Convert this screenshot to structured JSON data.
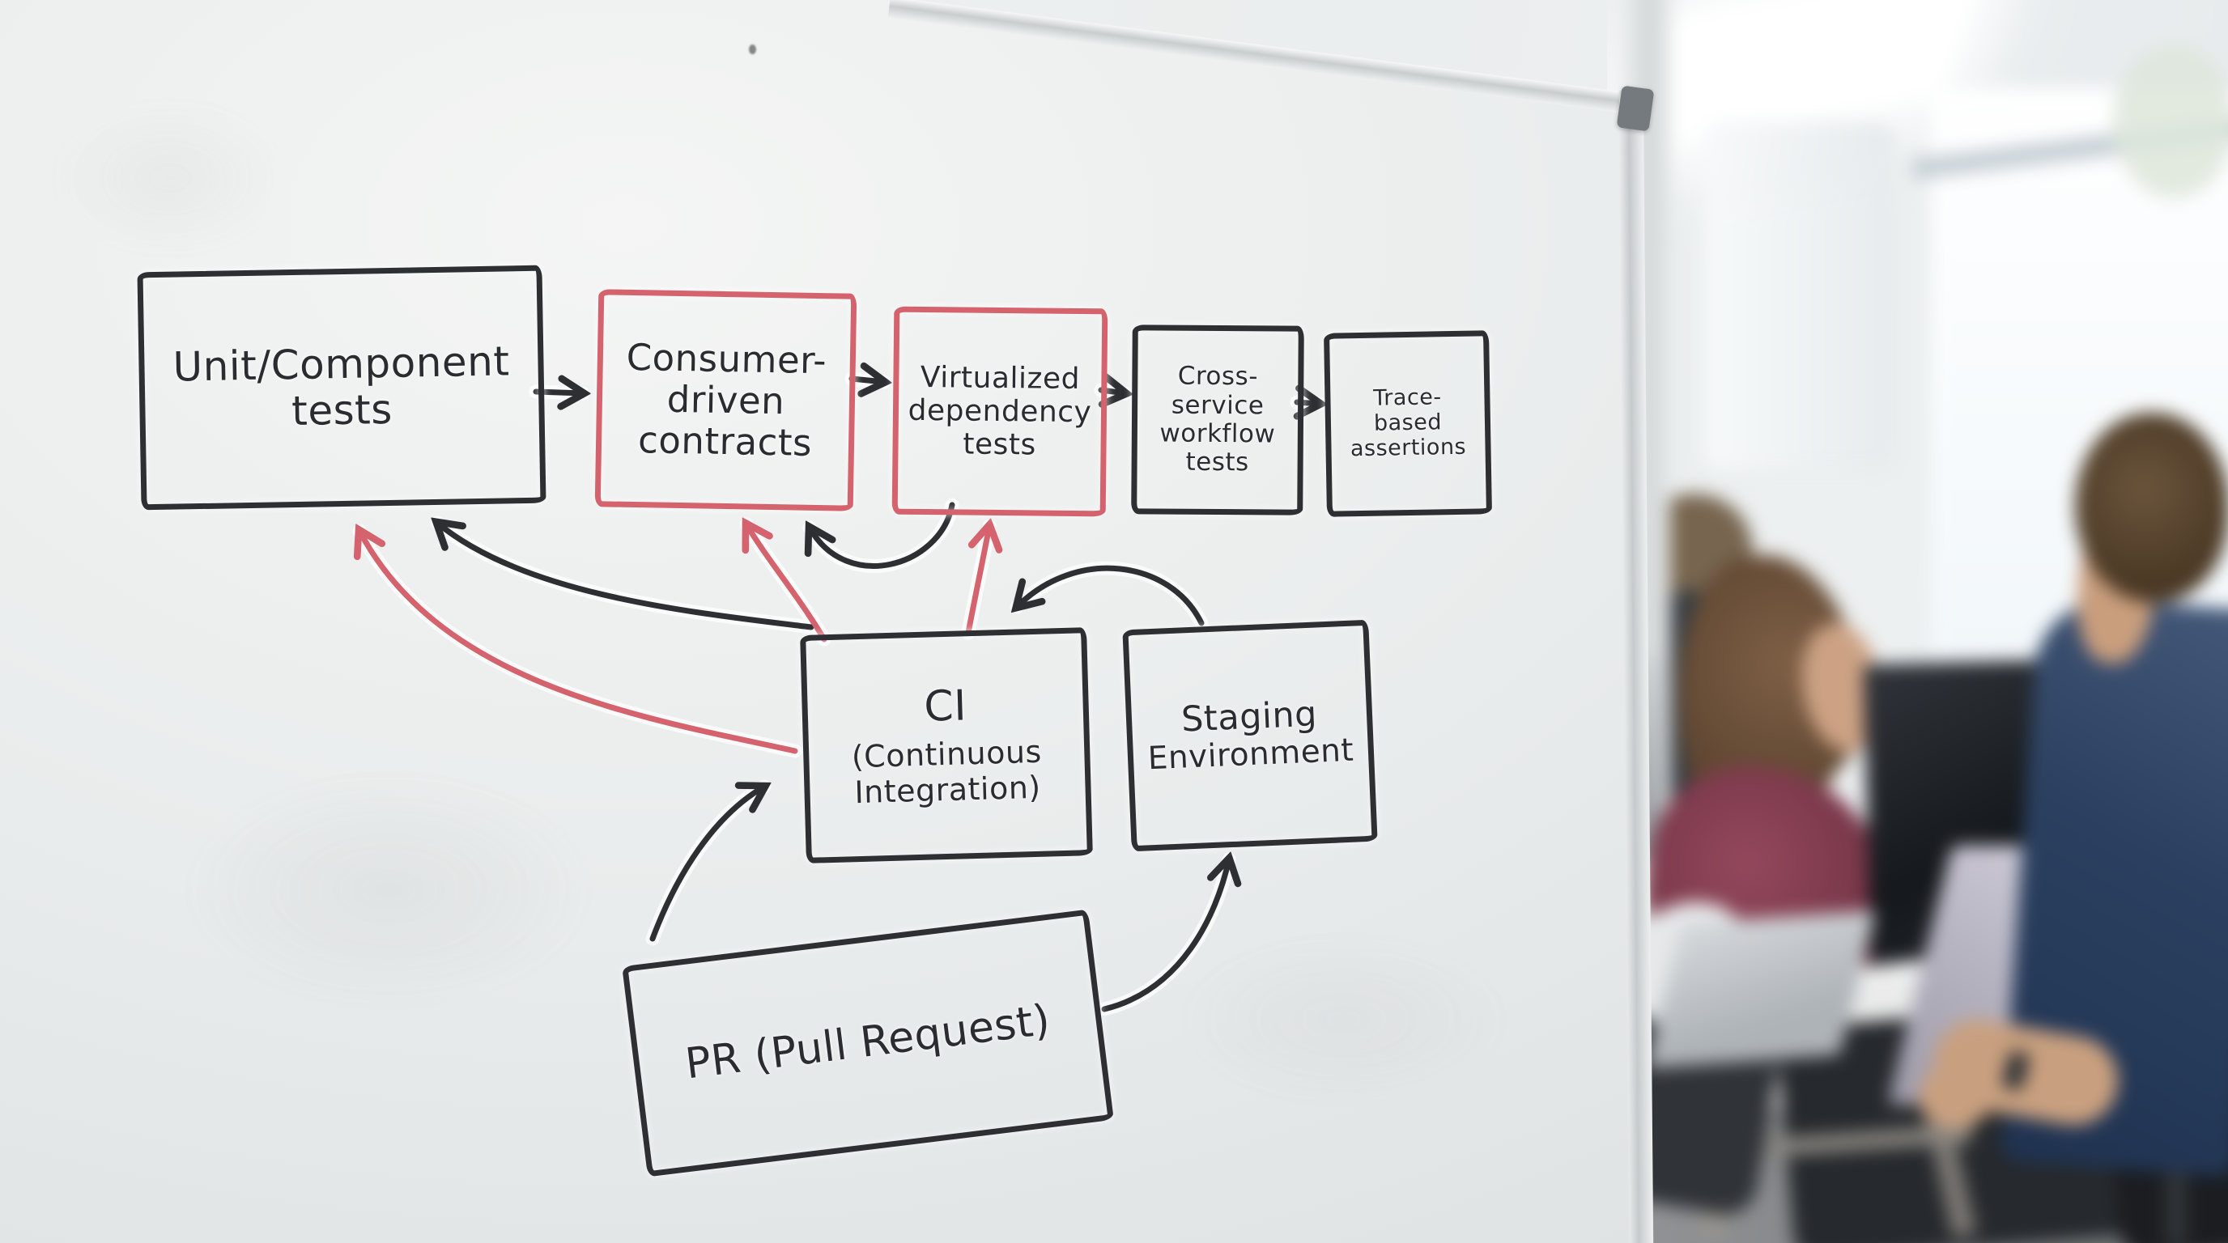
{
  "scene": {
    "foreground": "whiteboard with hand-drawn testing workflow diagram",
    "background": "blurred office: two people at a white desk, dark monitor, laptops, bright window, ceiling light panel",
    "colors": {
      "marker_black": "#2e2f33",
      "marker_red": "#d5636e",
      "whiteboard": "#e9ecec"
    }
  },
  "diagram": {
    "nodes": [
      {
        "id": "unit",
        "label": "Unit/Component tests",
        "lines": [
          "Unit/Component",
          "tests"
        ],
        "border": "black"
      },
      {
        "id": "consumer",
        "label": "Consumer-driven contracts",
        "lines": [
          "Consumer-",
          "driven",
          "contracts"
        ],
        "border": "red"
      },
      {
        "id": "virtualized",
        "label": "Virtualized dependency tests",
        "lines": [
          "Virtualized",
          "dependency",
          "tests"
        ],
        "border": "red"
      },
      {
        "id": "cross",
        "label": "Cross-service workflow tests",
        "lines": [
          "Cross-",
          "service",
          "workflow",
          "tests"
        ],
        "border": "black"
      },
      {
        "id": "trace",
        "label": "Trace-based assertions",
        "lines": [
          "Trace-",
          "based",
          "assertions"
        ],
        "border": "black"
      },
      {
        "id": "ci",
        "label": "CI (Continuous Integration)",
        "lines": [
          "CI",
          "(Continuous",
          "Integration)"
        ],
        "border": "black"
      },
      {
        "id": "staging",
        "label": "Staging Environment",
        "lines": [
          "Staging",
          "Environment"
        ],
        "border": "black"
      },
      {
        "id": "pr",
        "label": "PR (Pull Request)",
        "lines": [
          "PR (Pull Request)"
        ],
        "border": "black"
      }
    ],
    "edges": [
      {
        "from": "unit",
        "to": "consumer",
        "color": "black",
        "style": "straight"
      },
      {
        "from": "consumer",
        "to": "virtualized",
        "color": "black",
        "style": "straight"
      },
      {
        "from": "virtualized",
        "to": "cross",
        "color": "black",
        "style": "straight"
      },
      {
        "from": "cross",
        "to": "trace",
        "color": "black",
        "style": "straight"
      },
      {
        "from": "ci",
        "to": "unit",
        "color": "red",
        "style": "curved"
      },
      {
        "from": "ci",
        "to": "unit",
        "color": "black",
        "style": "curved"
      },
      {
        "from": "ci",
        "to": "consumer",
        "color": "red",
        "style": "curved"
      },
      {
        "from": "ci",
        "to": "virtualized",
        "color": "red",
        "style": "curved"
      },
      {
        "from": "virtualized",
        "to": "consumer",
        "color": "black",
        "style": "curved"
      },
      {
        "from": "staging",
        "to": "ci",
        "color": "black",
        "style": "curved"
      },
      {
        "from": "pr",
        "to": "ci",
        "color": "black",
        "style": "curved"
      },
      {
        "from": "pr",
        "to": "staging",
        "color": "black",
        "style": "curved"
      }
    ]
  }
}
